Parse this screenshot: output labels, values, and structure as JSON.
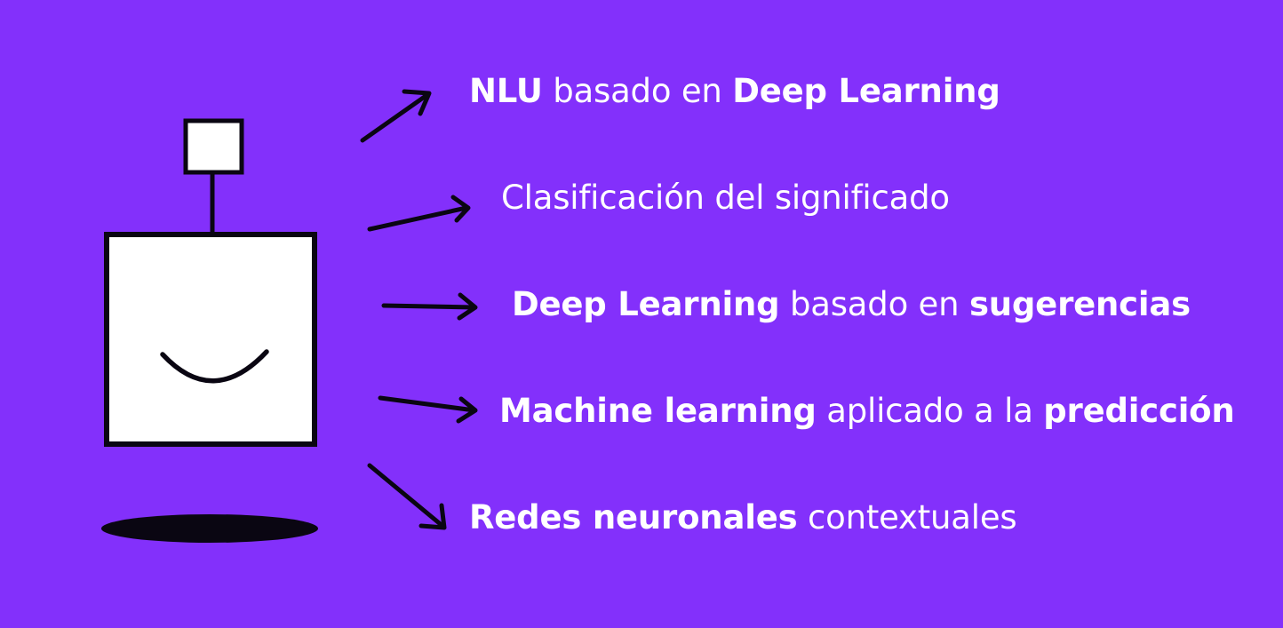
{
  "background_color": "#8330fb",
  "ink_color": "#0a0612",
  "robot_fill": "#ffffff",
  "robot": {
    "icon": "smiling-robot-icon"
  },
  "features": [
    {
      "segments": [
        {
          "text": "NLU",
          "bold": true
        },
        {
          "text": " basado en ",
          "bold": false
        },
        {
          "text": "Deep Learning",
          "bold": true
        }
      ]
    },
    {
      "segments": [
        {
          "text": "Clasificación del significado",
          "bold": false
        }
      ]
    },
    {
      "segments": [
        {
          "text": "Deep Learning",
          "bold": true
        },
        {
          "text": " basado en ",
          "bold": false
        },
        {
          "text": "sugerencias",
          "bold": true
        }
      ]
    },
    {
      "segments": [
        {
          "text": "Machine learning",
          "bold": true
        },
        {
          "text": " aplicado a la ",
          "bold": false
        },
        {
          "text": "predicción",
          "bold": true
        }
      ]
    },
    {
      "segments": [
        {
          "text": "Redes neuronales",
          "bold": true
        },
        {
          "text": " contextuales",
          "bold": false
        }
      ]
    }
  ]
}
